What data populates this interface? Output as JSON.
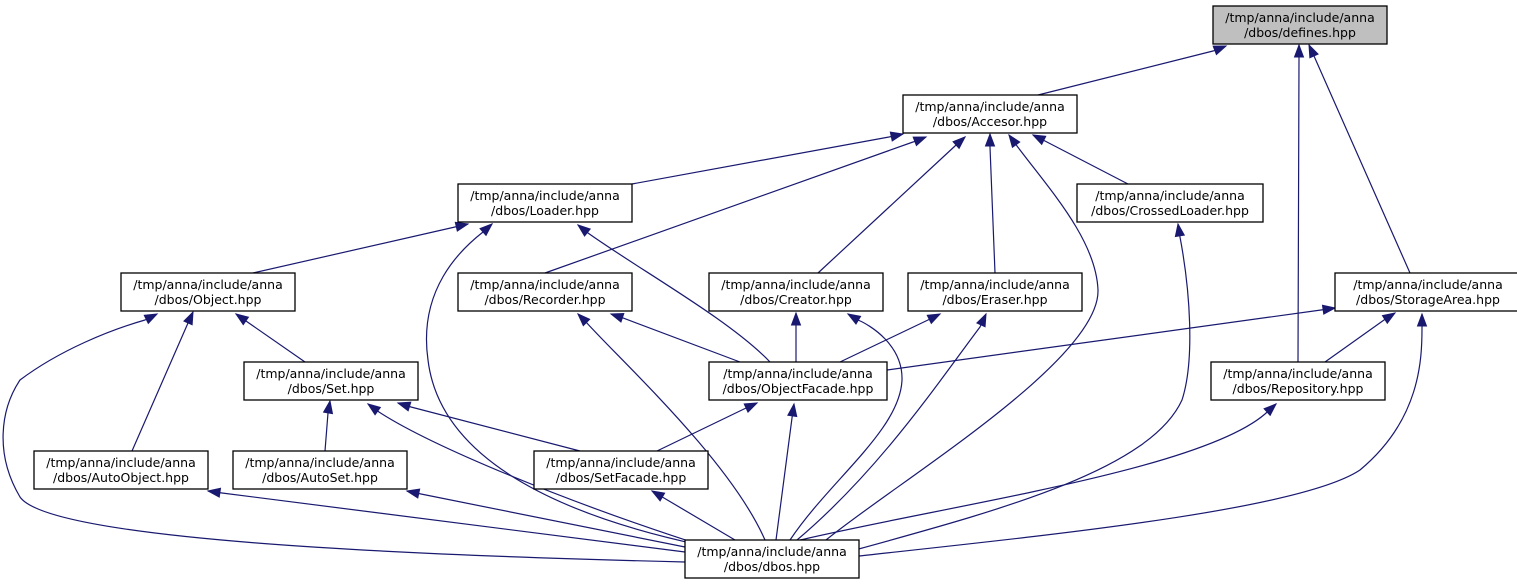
{
  "colors": {
    "edge": "#191970",
    "root_fill": "#bfbfbf",
    "node_fill": "#ffffff",
    "border": "#000000"
  },
  "nodes": [
    {
      "id": "defines",
      "line1": "/tmp/anna/include/anna",
      "line2": "/dbos/defines.hpp",
      "root": true
    },
    {
      "id": "accesor",
      "line1": "/tmp/anna/include/anna",
      "line2": "/dbos/Accesor.hpp"
    },
    {
      "id": "loader",
      "line1": "/tmp/anna/include/anna",
      "line2": "/dbos/Loader.hpp"
    },
    {
      "id": "crossed",
      "line1": "/tmp/anna/include/anna",
      "line2": "/dbos/CrossedLoader.hpp"
    },
    {
      "id": "object",
      "line1": "/tmp/anna/include/anna",
      "line2": "/dbos/Object.hpp"
    },
    {
      "id": "recorder",
      "line1": "/tmp/anna/include/anna",
      "line2": "/dbos/Recorder.hpp"
    },
    {
      "id": "creator",
      "line1": "/tmp/anna/include/anna",
      "line2": "/dbos/Creator.hpp"
    },
    {
      "id": "eraser",
      "line1": "/tmp/anna/include/anna",
      "line2": "/dbos/Eraser.hpp"
    },
    {
      "id": "storage",
      "line1": "/tmp/anna/include/anna",
      "line2": "/dbos/StorageArea.hpp"
    },
    {
      "id": "set",
      "line1": "/tmp/anna/include/anna",
      "line2": "/dbos/Set.hpp"
    },
    {
      "id": "objfacade",
      "line1": "/tmp/anna/include/anna",
      "line2": "/dbos/ObjectFacade.hpp"
    },
    {
      "id": "repository",
      "line1": "/tmp/anna/include/anna",
      "line2": "/dbos/Repository.hpp"
    },
    {
      "id": "autoobject",
      "line1": "/tmp/anna/include/anna",
      "line2": "/dbos/AutoObject.hpp"
    },
    {
      "id": "autoset",
      "line1": "/tmp/anna/include/anna",
      "line2": "/dbos/AutoSet.hpp"
    },
    {
      "id": "setfacade",
      "line1": "/tmp/anna/include/anna",
      "line2": "/dbos/SetFacade.hpp"
    },
    {
      "id": "dbos",
      "line1": "/tmp/anna/include/anna",
      "line2": "/dbos/dbos.hpp"
    }
  ],
  "edges": [
    {
      "from": "accesor",
      "to": "defines"
    },
    {
      "from": "repository",
      "to": "defines"
    },
    {
      "from": "storage",
      "to": "defines"
    },
    {
      "from": "loader",
      "to": "accesor"
    },
    {
      "from": "recorder",
      "to": "accesor"
    },
    {
      "from": "creator",
      "to": "accesor"
    },
    {
      "from": "eraser",
      "to": "accesor"
    },
    {
      "from": "dbos",
      "to": "accesor"
    },
    {
      "from": "crossed",
      "to": "accesor"
    },
    {
      "from": "object",
      "to": "loader"
    },
    {
      "from": "dbos",
      "to": "loader"
    },
    {
      "from": "objfacade",
      "to": "loader"
    },
    {
      "from": "dbos",
      "to": "crossed"
    },
    {
      "from": "autoobject",
      "to": "object"
    },
    {
      "from": "set",
      "to": "object"
    },
    {
      "from": "dbos",
      "to": "object"
    },
    {
      "from": "objfacade",
      "to": "recorder"
    },
    {
      "from": "dbos",
      "to": "recorder"
    },
    {
      "from": "objfacade",
      "to": "creator"
    },
    {
      "from": "dbos",
      "to": "creator"
    },
    {
      "from": "objfacade",
      "to": "eraser"
    },
    {
      "from": "dbos",
      "to": "eraser"
    },
    {
      "from": "objfacade",
      "to": "storage"
    },
    {
      "from": "repository",
      "to": "storage"
    },
    {
      "from": "dbos",
      "to": "storage"
    },
    {
      "from": "autoset",
      "to": "set"
    },
    {
      "from": "setfacade",
      "to": "set"
    },
    {
      "from": "dbos",
      "to": "set"
    },
    {
      "from": "setfacade",
      "to": "objfacade"
    },
    {
      "from": "dbos",
      "to": "objfacade"
    },
    {
      "from": "dbos",
      "to": "repository"
    },
    {
      "from": "dbos",
      "to": "autoobject"
    },
    {
      "from": "dbos",
      "to": "autoset"
    },
    {
      "from": "dbos",
      "to": "setfacade"
    }
  ]
}
